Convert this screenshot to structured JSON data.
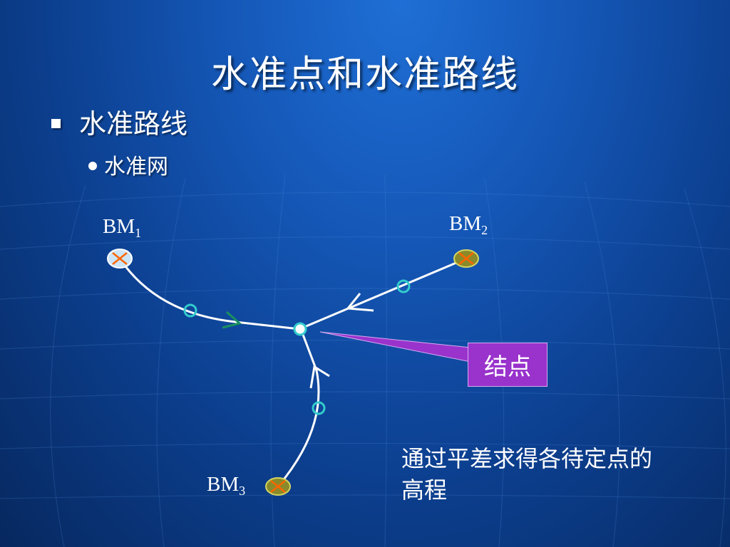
{
  "slide": {
    "title": "水准点和水准路线",
    "bullet_level1": "水准路线",
    "bullet_level2": "水准网"
  },
  "diagram": {
    "benchmarks": [
      {
        "id": "bm1",
        "label": "BM",
        "subscript": "1",
        "symbol": "known-point-icon",
        "fill": "#cce4f7"
      },
      {
        "id": "bm2",
        "label": "BM",
        "subscript": "2",
        "symbol": "benchmark-icon",
        "fill": "#8a8a2a"
      },
      {
        "id": "bm3",
        "label": "BM",
        "subscript": "3",
        "symbol": "benchmark-icon",
        "fill": "#8a8a2a"
      }
    ],
    "node_callout": "结点",
    "note": "通过平差求得各待定点的高程",
    "colors": {
      "route_line": "#ffffff",
      "station_circle": "#33cccc",
      "callout_fill": "#9933cc",
      "benchmark_cross": "#ff6600"
    }
  }
}
